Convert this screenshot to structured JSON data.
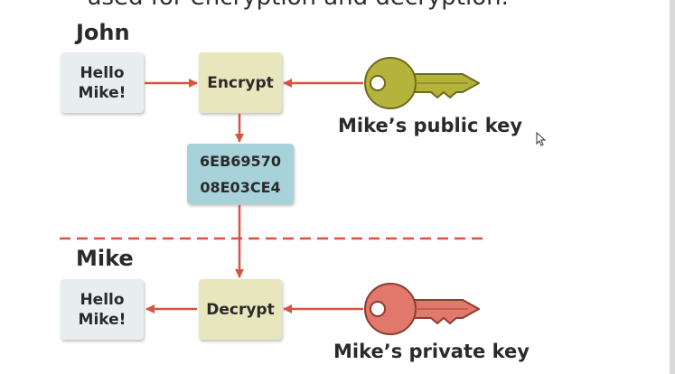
{
  "slide": {
    "top_text": "used for encryption and decryption."
  },
  "diagram": {
    "john": {
      "name": "John",
      "message": [
        "Hello",
        "Mike!"
      ],
      "operation": "Encrypt",
      "key_label": "Mike’s public key"
    },
    "ciphertext": [
      "6EB69570",
      "08E03CE4"
    ],
    "mike": {
      "name": "Mike",
      "message": [
        "Hello",
        "Mike!"
      ],
      "operation": "Decrypt",
      "key_label": "Mike’s private key"
    }
  },
  "colors": {
    "arrow": "#d5553f",
    "public_key": "#b4b43c",
    "private_key": "#e2786c",
    "divider": "#d5553f"
  }
}
